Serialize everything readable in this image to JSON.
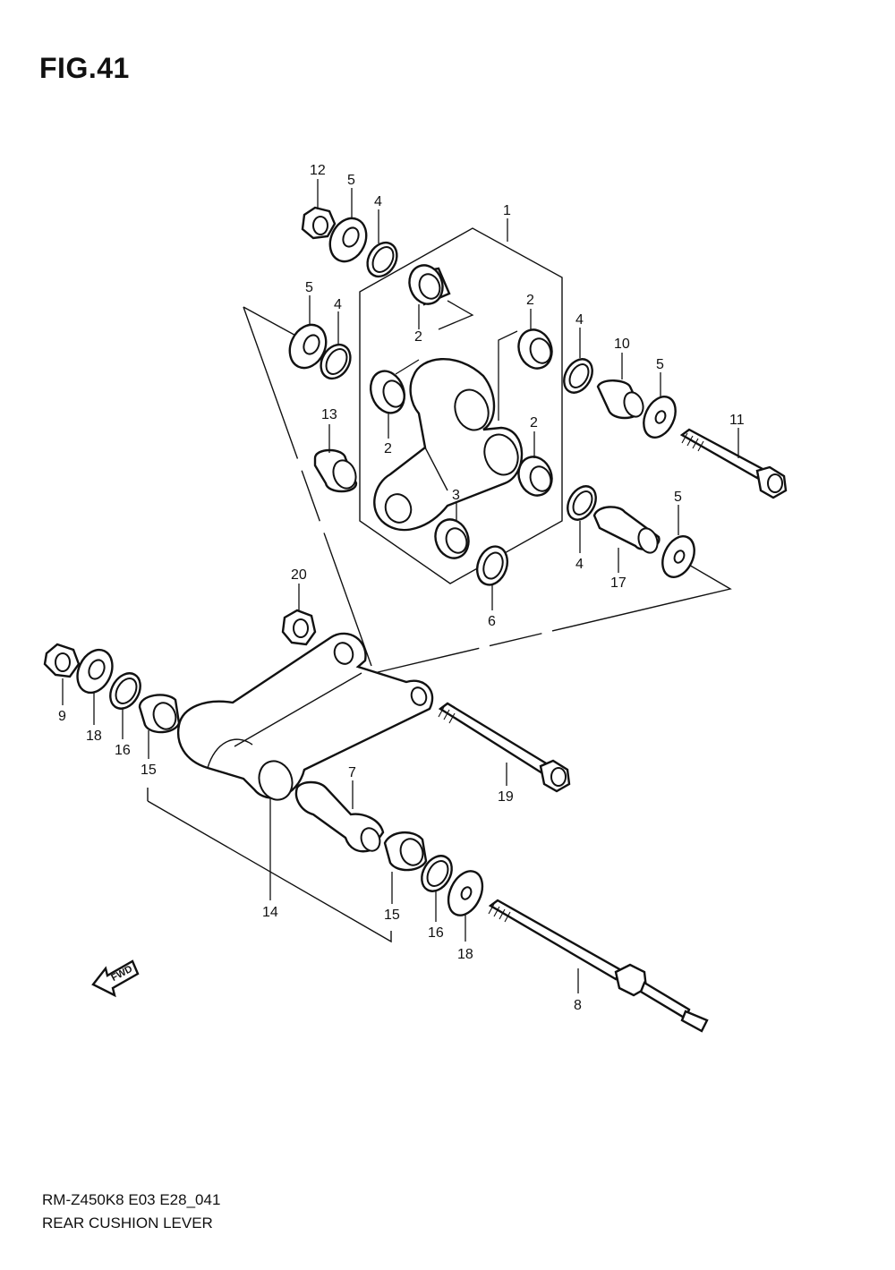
{
  "figure": {
    "title": "FIG.41",
    "model_code": "RM-Z450K8 E03 E28_041",
    "name": "REAR CUSHION LEVER"
  },
  "fwd_label": "FWD",
  "callouts": [
    {
      "id": "c12",
      "text": "12"
    },
    {
      "id": "c5a",
      "text": "5"
    },
    {
      "id": "c4a",
      "text": "4"
    },
    {
      "id": "c1",
      "text": "1"
    },
    {
      "id": "c5b",
      "text": "5"
    },
    {
      "id": "c4b",
      "text": "4"
    },
    {
      "id": "c2a",
      "text": "2"
    },
    {
      "id": "c2b",
      "text": "2"
    },
    {
      "id": "c4c",
      "text": "4"
    },
    {
      "id": "c10",
      "text": "10"
    },
    {
      "id": "c5c",
      "text": "5"
    },
    {
      "id": "c13",
      "text": "13"
    },
    {
      "id": "c2c",
      "text": "2"
    },
    {
      "id": "c2d",
      "text": "2"
    },
    {
      "id": "c11",
      "text": "11"
    },
    {
      "id": "c3",
      "text": "3"
    },
    {
      "id": "c5d",
      "text": "5"
    },
    {
      "id": "c4d",
      "text": "4"
    },
    {
      "id": "c17",
      "text": "17"
    },
    {
      "id": "c6",
      "text": "6"
    },
    {
      "id": "c20",
      "text": "20"
    },
    {
      "id": "c9",
      "text": "9"
    },
    {
      "id": "c18a",
      "text": "18"
    },
    {
      "id": "c16a",
      "text": "16"
    },
    {
      "id": "c15a",
      "text": "15"
    },
    {
      "id": "c7",
      "text": "7"
    },
    {
      "id": "c19",
      "text": "19"
    },
    {
      "id": "c14",
      "text": "14"
    },
    {
      "id": "c15b",
      "text": "15"
    },
    {
      "id": "c16b",
      "text": "16"
    },
    {
      "id": "c18b",
      "text": "18"
    },
    {
      "id": "c8",
      "text": "8"
    }
  ]
}
